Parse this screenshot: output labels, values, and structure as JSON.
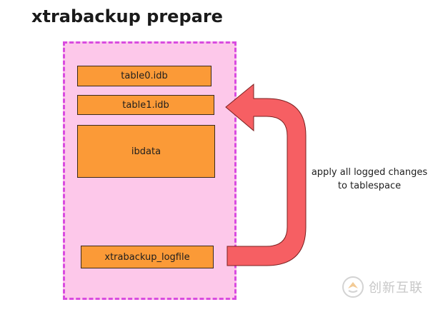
{
  "title": "xtrabackup prepare",
  "files": {
    "table0": "table0.idb",
    "table1": "table1.idb",
    "ibdata": "ibdata",
    "logfile": "xtrabackup_logfile"
  },
  "annotation": {
    "line1": "apply all logged changes",
    "line2": "to tablespace"
  },
  "watermark": {
    "text": "创新互联",
    "icon": "brand-logo-icon"
  },
  "colors": {
    "container_fill": "#fdc8ea",
    "container_border": "#d94ce0",
    "file_fill": "#fb9a37",
    "arrow_fill": "#f65f63",
    "arrow_stroke": "#7a2020"
  }
}
